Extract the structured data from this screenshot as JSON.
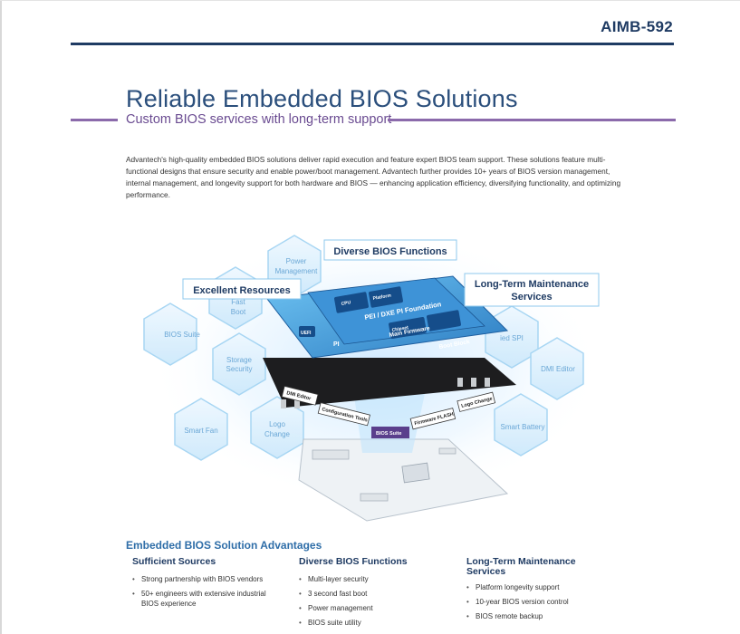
{
  "header": {
    "model": "AIMB-592"
  },
  "page": {
    "title": "Reliable Embedded BIOS Solutions",
    "subtitle": "Custom BIOS services with long-term support",
    "intro": "Advantech's high-quality embedded BIOS solutions deliver rapid execution and feature expert BIOS team support. These solutions feature multi-functional designs that ensure security and enable power/boot management. Advantech further provides 10+ years of BIOS version management, internal management, and longevity support for both hardware and BIOS — enhancing application efficiency, diversifying functionality, and optimizing performance."
  },
  "illustration": {
    "callouts": {
      "diverse": "Diverse BIOS Functions",
      "excellent": "Excellent Resources",
      "longterm1": "Long-Term Maintenance",
      "longterm2": "Services"
    },
    "hex_left": {
      "power1": "Power",
      "power2": "Management",
      "fast1": "Fast",
      "fast2": "Boot",
      "bios_suite": "BIOS Suite",
      "storage1": "Storage",
      "storage2": "Security",
      "smart_fan": "Smart Fan",
      "logo1": "Logo",
      "logo2": "Change"
    },
    "hex_right": {
      "spi": "ied SPI",
      "dmi": "DMI Editor",
      "battery": "Smart Battery"
    },
    "chip": {
      "main": "PEI / DXE PI Foundation",
      "firmware": "Main Firmware",
      "boot": "Boot Block",
      "pi": "PI",
      "uefi": "UEFI",
      "platform": "Platform",
      "cpu": "CPU",
      "chipset": "Chipset"
    },
    "tags": {
      "dmi": "DMI Editor",
      "config": "Configuration Tools",
      "suite": "BIOS Suite",
      "flash": "Firmware FLASH",
      "logo": "Logo Change"
    }
  },
  "advantages": {
    "title": "Embedded BIOS Solution Advantages",
    "columns": [
      {
        "heading1": "Sufficient Sources",
        "heading2": "",
        "items": [
          "Strong partnership with BIOS vendors",
          "50+ engineers with extensive industrial BIOS experience"
        ]
      },
      {
        "heading1": "Diverse BIOS Functions",
        "heading2": "",
        "items": [
          "Multi-layer security",
          "3 second fast boot",
          "Power management",
          "BIOS suite utility"
        ]
      },
      {
        "heading1": "Long-Term Maintenance",
        "heading2": "Services",
        "items": [
          "Platform longevity support",
          "10-year BIOS version control",
          "BIOS remote backup"
        ]
      }
    ]
  }
}
